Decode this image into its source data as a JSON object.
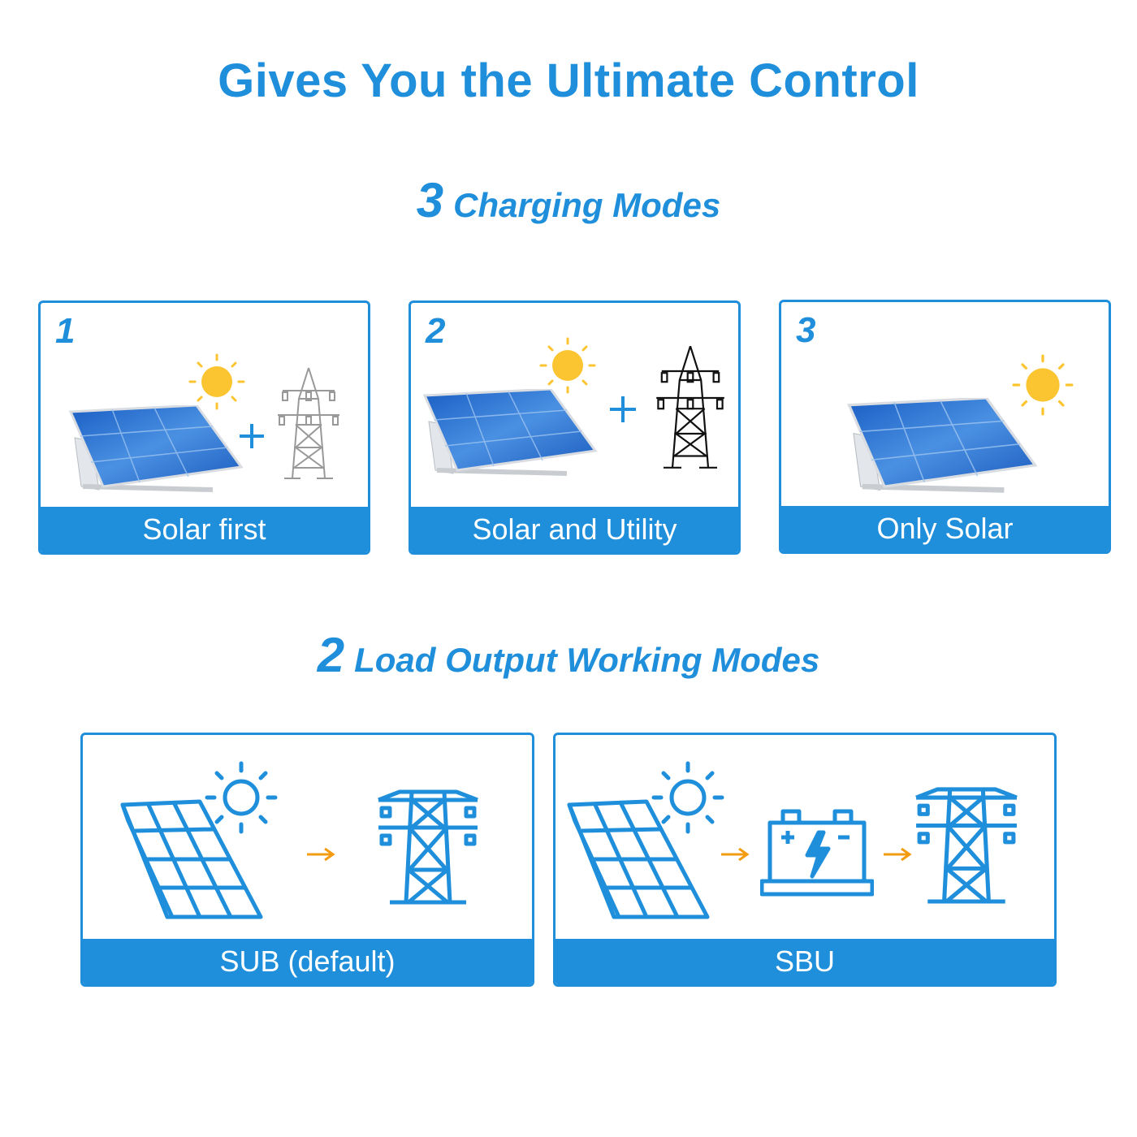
{
  "title": "Gives You the  Ultimate Control",
  "charging": {
    "number": "3",
    "heading": "Charging Modes",
    "modes": [
      {
        "index": "1",
        "label": "Solar first"
      },
      {
        "index": "2",
        "label": "Solar and Utility"
      },
      {
        "index": "3",
        "label": "Only Solar"
      }
    ]
  },
  "output": {
    "number": "2",
    "heading": "Load Output Working Modes",
    "modes": [
      {
        "label": "SUB (default)"
      },
      {
        "label": "SBU"
      }
    ]
  },
  "colors": {
    "accent": "#1f8fdb",
    "sun": "#fbc531",
    "arrow": "#f39c12"
  }
}
